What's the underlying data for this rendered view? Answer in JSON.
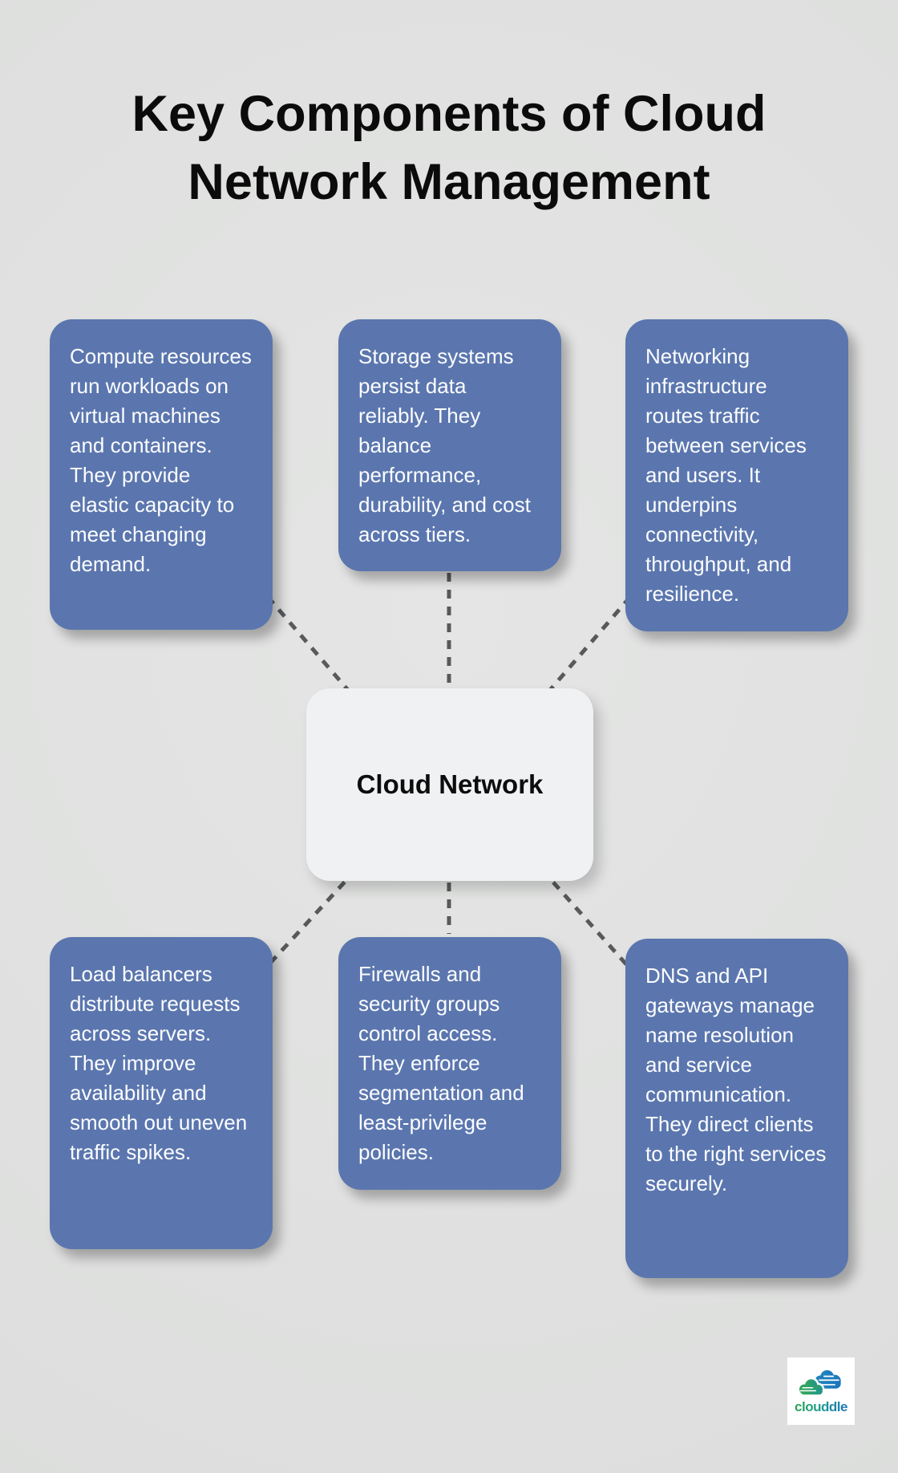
{
  "title": "Key Components of Cloud Network Management",
  "center": {
    "label": "Cloud Network"
  },
  "nodes": [
    {
      "id": "compute",
      "text": "Compute resources run workloads on virtual machines and containers. They provide elastic capacity to meet changing demand."
    },
    {
      "id": "storage",
      "text": "Storage systems persist data reliably. They balance performance, durability, and cost across tiers."
    },
    {
      "id": "networking",
      "text": "Networking infrastructure routes traffic between services and users. It underpins connectivity, throughput, and resilience."
    },
    {
      "id": "load-balancers",
      "text": "Load balancers distribute requests across servers. They improve availability and smooth out uneven traffic spikes."
    },
    {
      "id": "firewalls",
      "text": "Firewalls and security groups control access. They enforce segmentation and least-privilege policies."
    },
    {
      "id": "dns-api-gateways",
      "text": "DNS and API gateways manage name resolution and service communication. They direct clients to the right services securely."
    }
  ],
  "logo": {
    "text": "clouddle"
  },
  "colors": {
    "background": "#e0e1e0",
    "node_fill": "#5b76ae",
    "node_text": "#fcfdff",
    "center_fill": "#eff1f3",
    "connector": "#58595b",
    "title_text": "#0b0b0b",
    "logo_green": "#2ca24c",
    "logo_teal": "#1f9e8f",
    "logo_blue": "#1b75bc"
  }
}
